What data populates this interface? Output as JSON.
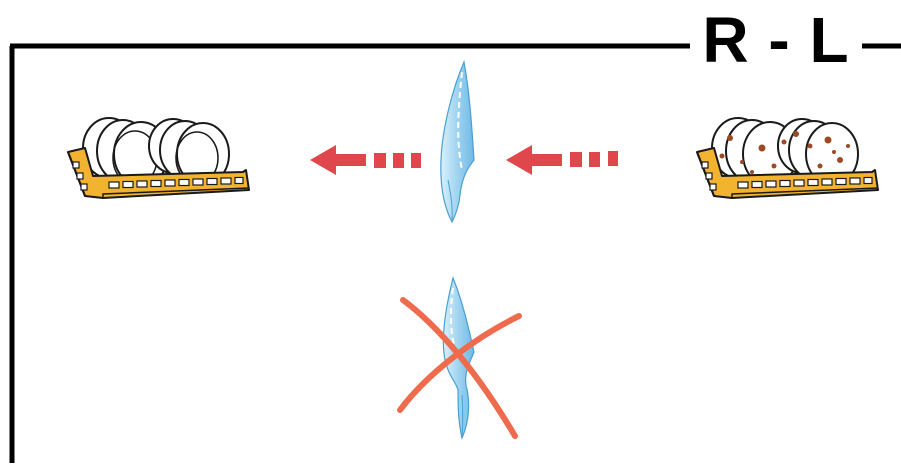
{
  "direction_label": "R - L",
  "colors": {
    "frame": "#000000",
    "rack": "#f2b331",
    "rack_outline": "#1a1a1a",
    "plate": "#ffffff",
    "stain": "#9b4a26",
    "arrow": "#e0474c",
    "curtain": "#a8d8f2",
    "curtain_edge": "#4a9fd1",
    "cross": "#ee6b4d"
  },
  "scene": {
    "flow_direction": "right-to-left",
    "left_rack": {
      "state": "clean",
      "plate_count": 5
    },
    "right_rack": {
      "state": "dirty",
      "plate_count": 5
    },
    "curtain_top": {
      "status": "correct"
    },
    "curtain_bottom": {
      "status": "incorrect"
    },
    "icons": [
      "dish-rack-icon",
      "arrow-left-icon",
      "water-curtain-icon",
      "cross-icon"
    ]
  }
}
